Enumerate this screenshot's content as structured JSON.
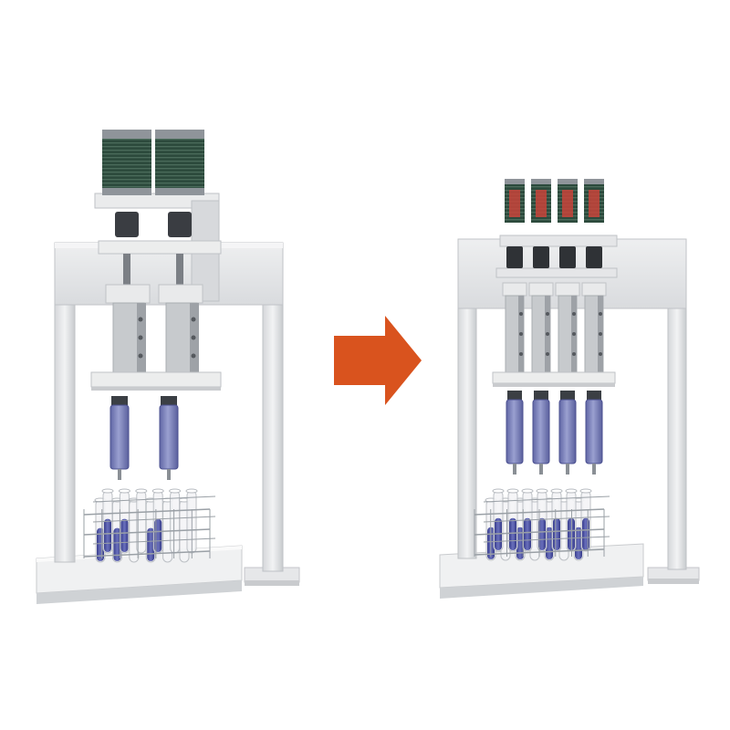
{
  "scene": {
    "before": {
      "pump_count": 2,
      "motor_count": 2,
      "syringe_count": 2,
      "tube_count": 12
    },
    "after": {
      "pump_count": 4,
      "motor_count": 4,
      "syringe_count": 4,
      "tube_count": 18
    },
    "arrow": {
      "direction": "right",
      "color": "#d9531e"
    },
    "colors": {
      "frame": "#e6e7e9",
      "frame_shadow": "#c9cbce",
      "motor_body": "#2f4a3c",
      "motor_cap": "#8f949a",
      "syringe_fluid": "#7177b4",
      "tube_fluid": "#4a4ea0",
      "rack_wire": "#9aa0a6"
    }
  }
}
